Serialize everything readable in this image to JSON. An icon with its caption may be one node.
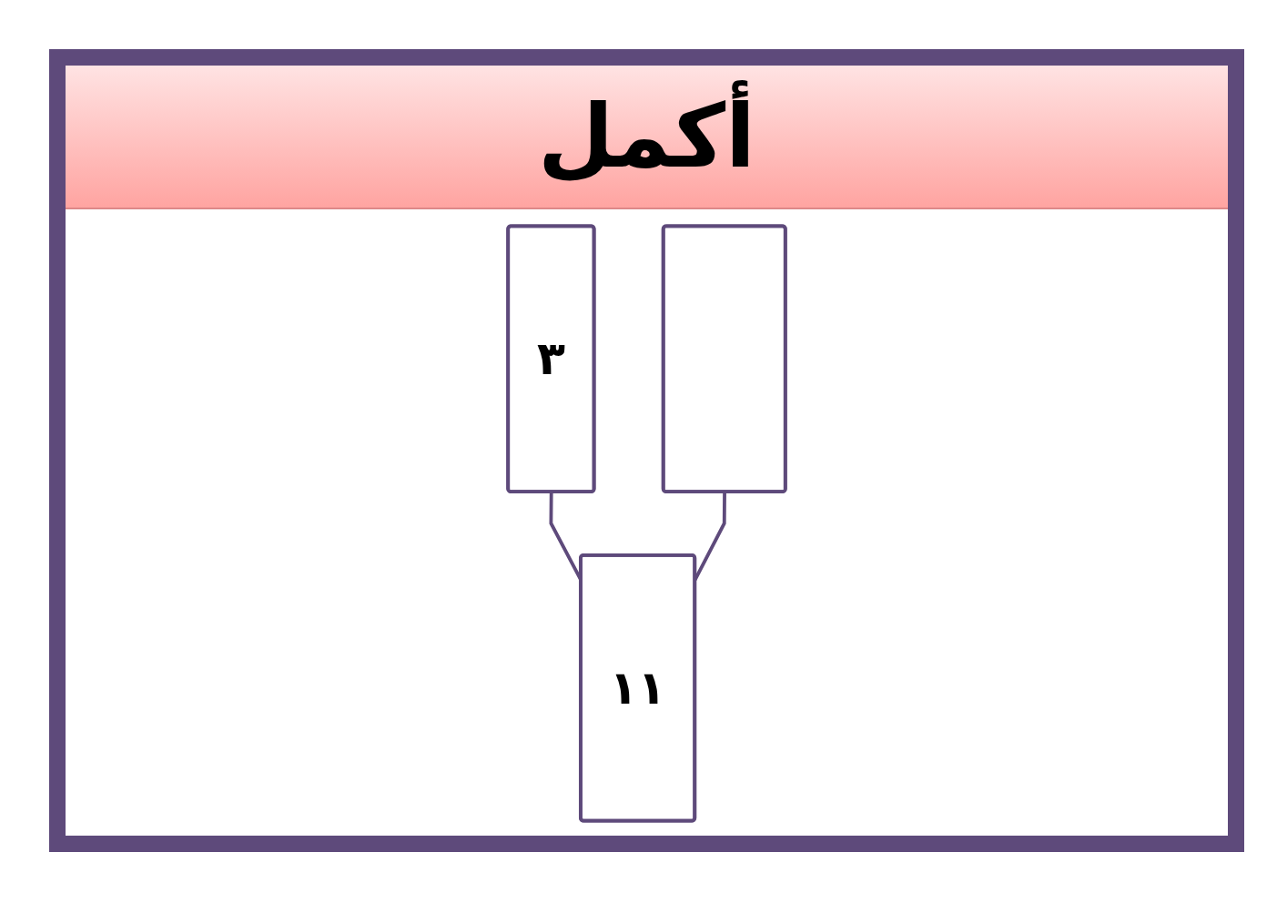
{
  "diagram": {
    "title": "أكمل",
    "nodes": [
      {
        "text": [
          "٣"
        ]
      },
      {
        "text": [],
        "shape": "box"
      },
      {
        "text": [
          "١١"
        ]
      }
    ],
    "edges": [
      {
        "from": 0,
        "to": 2,
        "arrow": "none"
      },
      {
        "from": 1,
        "to": 2,
        "arrow": "none"
      }
    ]
  }
}
